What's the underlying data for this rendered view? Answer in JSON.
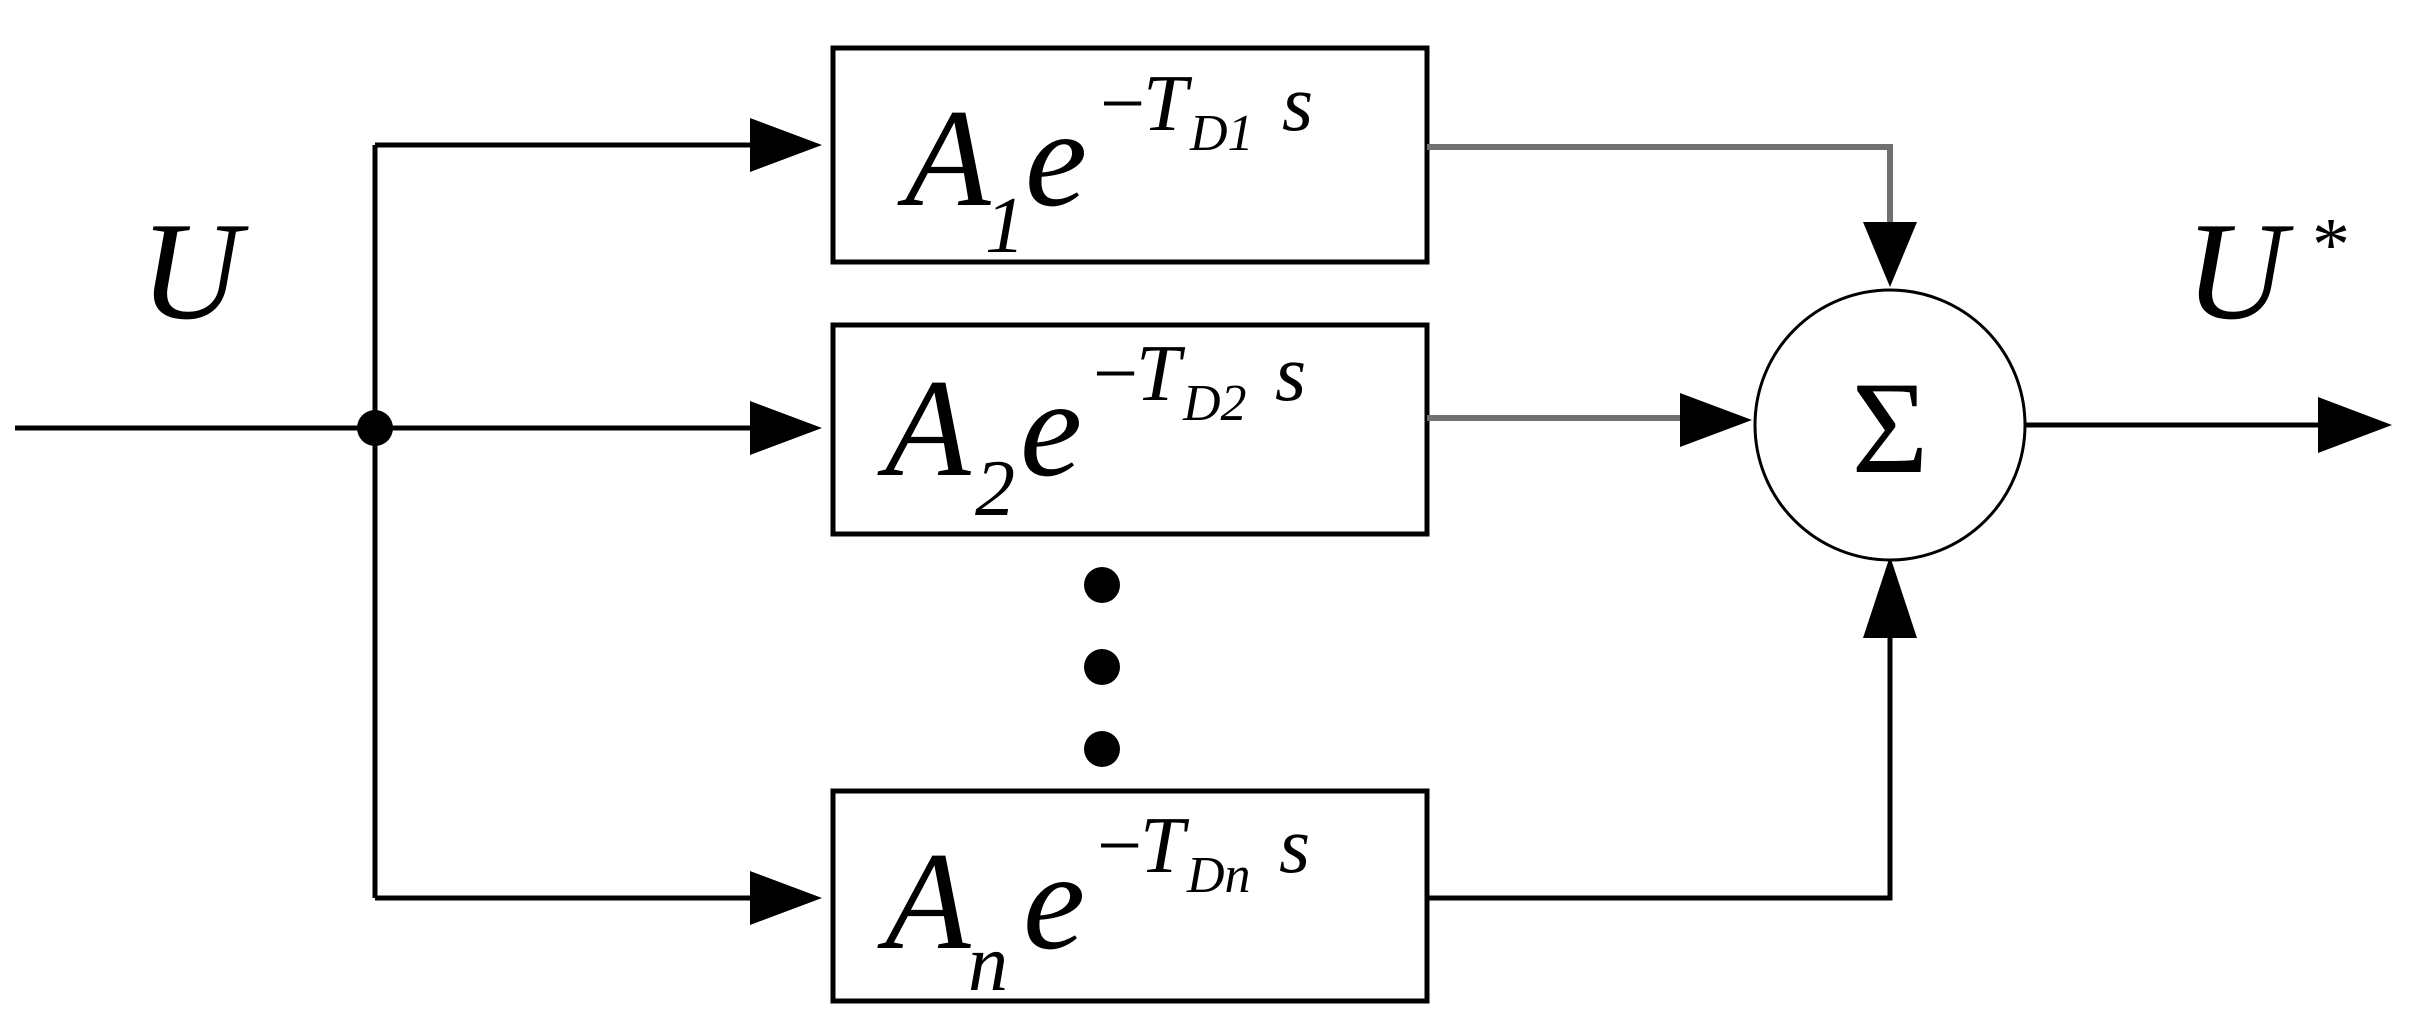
{
  "input_label": "U",
  "output_label": {
    "base": "U",
    "sup": "*"
  },
  "blocks": [
    {
      "gain": "A",
      "gain_sub": "1",
      "exp_base": "e",
      "exp_minus": "−",
      "exp_T": "T",
      "exp_sub": "D1",
      "exp_s": "s"
    },
    {
      "gain": "A",
      "gain_sub": "2",
      "exp_base": "e",
      "exp_minus": "−",
      "exp_T": "T",
      "exp_sub": "D2",
      "exp_s": "s"
    },
    {
      "gain": "A",
      "gain_sub": "n",
      "exp_base": "e",
      "exp_minus": "−",
      "exp_T": "T",
      "exp_sub": "Dn",
      "exp_s": "s"
    }
  ],
  "summer_symbol": "Σ",
  "ellipsis_dots": 3
}
